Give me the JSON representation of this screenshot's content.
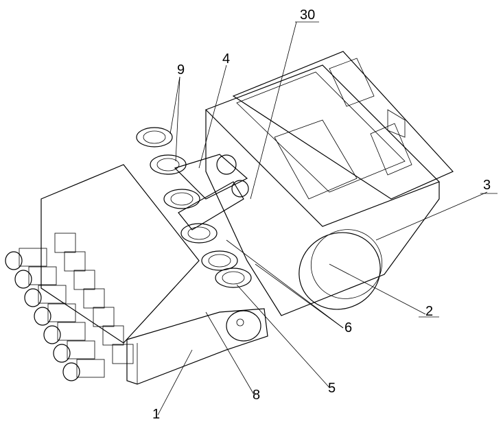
{
  "figure": {
    "labels": [
      {
        "id": "30",
        "text": "30"
      },
      {
        "id": "9",
        "text": "9"
      },
      {
        "id": "4",
        "text": "4"
      },
      {
        "id": "3",
        "text": "3"
      },
      {
        "id": "2",
        "text": "2"
      },
      {
        "id": "6",
        "text": "6"
      },
      {
        "id": "5",
        "text": "5"
      },
      {
        "id": "8",
        "text": "8"
      },
      {
        "id": "1",
        "text": "1"
      }
    ]
  }
}
